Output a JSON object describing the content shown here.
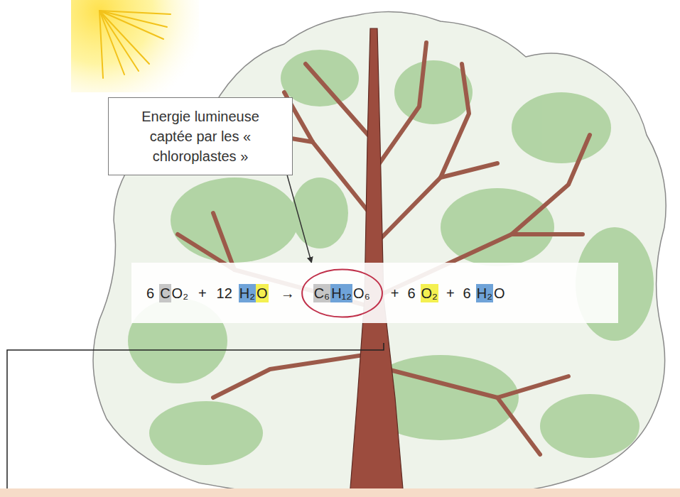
{
  "diagram": {
    "nodes": [
      {
        "text": [
          "Energie lumineuse captée par les « chloroplastes »"
        ]
      },
      {
        "text": [
          "6",
          "C",
          "O₂",
          "+",
          "12",
          "H₂",
          "O",
          "→",
          "+",
          "6",
          "O₂",
          "+",
          "6",
          "H₂",
          "O"
        ]
      },
      {
        "text": [
          "C₆",
          "H₁₂",
          "O₆"
        ],
        "in": 1
      }
    ],
    "edges": [
      {
        "from": 0,
        "to": 1,
        "arrow": "to"
      }
    ]
  }
}
